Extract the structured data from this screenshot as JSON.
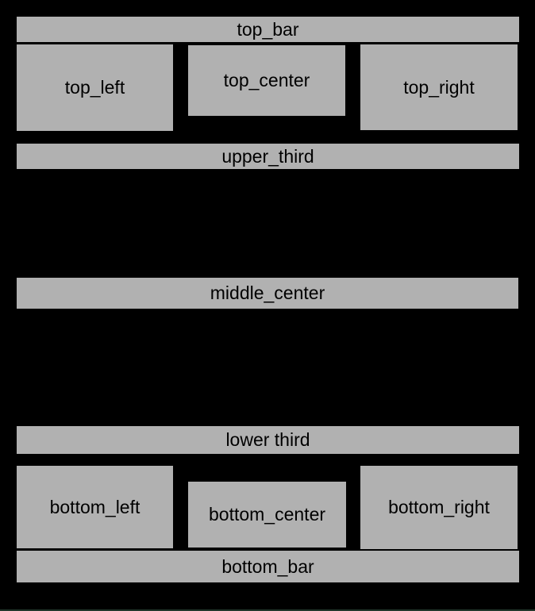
{
  "colors": {
    "background": "#000000",
    "zone": "#b1b1b1",
    "zone_text": "#000000",
    "bottom_edge": "#20362a"
  },
  "zones": {
    "top_bar": "top_bar",
    "top_left": "top_left",
    "top_center": "top_center",
    "top_right": "top_right",
    "upper_third": "upper_third",
    "middle_center": "middle_center",
    "lower_third": "lower third",
    "bottom_left": "bottom_left",
    "bottom_center": "bottom_center",
    "bottom_right": "bottom_right",
    "bottom_bar": "bottom_bar"
  }
}
